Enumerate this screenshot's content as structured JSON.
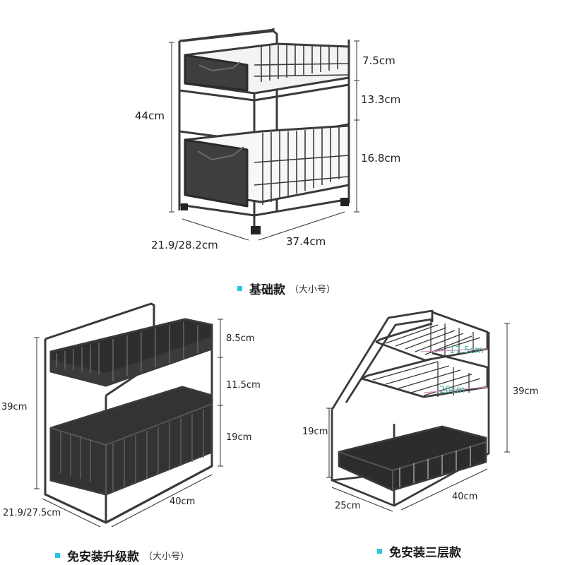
{
  "top_product": {
    "caption": "基础款",
    "caption_note": "（大小号）",
    "dims": {
      "height_total": "44cm",
      "upper_gap": "7.5cm",
      "middle_gap": "13.3cm",
      "lower_gap": "16.8cm",
      "width": "21.9/28.2cm",
      "depth": "37.4cm"
    }
  },
  "left_product": {
    "caption": "免安装升级款",
    "caption_note": "（大小号）",
    "dims": {
      "height_total": "39cm",
      "upper_gap": "8.5cm",
      "middle_gap": "11.5cm",
      "lower_gap": "19cm",
      "width": "21.9/27.5cm",
      "depth": "40cm"
    }
  },
  "right_product": {
    "caption": "免安装三层款",
    "dims": {
      "height_total": "39cm",
      "lower_height": "19cm",
      "width": "25cm",
      "depth": "40cm",
      "upper_shelf": "17.5cm",
      "middle_shelf": "26cm"
    }
  },
  "colors": {
    "accent": "#2cc6e0",
    "frame": "#3a3a3a",
    "annotation": "#49b7a7"
  }
}
